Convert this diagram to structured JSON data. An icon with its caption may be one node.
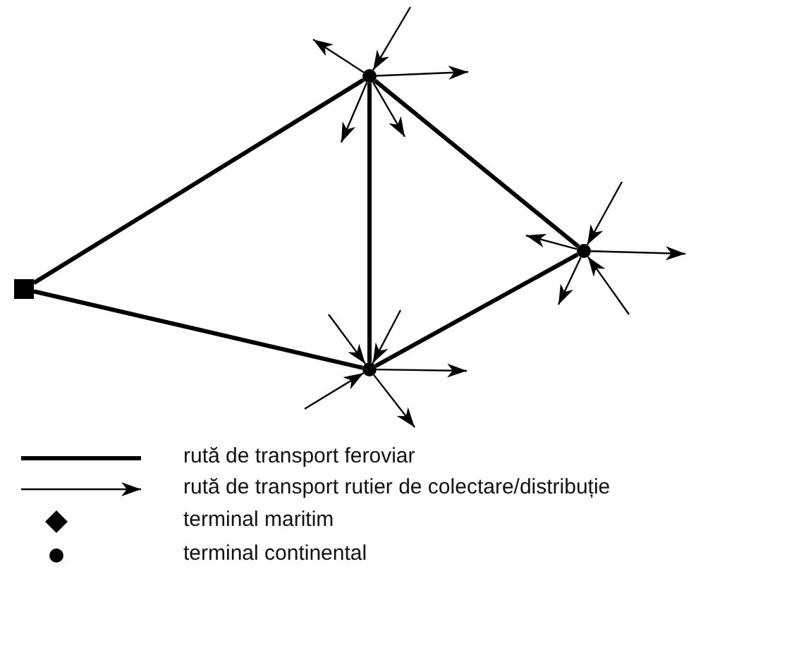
{
  "diagram": {
    "nodes": [
      {
        "text": [],
        "shape": "box"
      },
      {
        "text": [],
        "shape": "circle"
      },
      {
        "text": [],
        "shape": "circle"
      },
      {
        "text": [],
        "shape": "circle"
      }
    ],
    "edges": [
      {
        "from": 0,
        "to": 1,
        "arrow": "none",
        "style": "thick"
      },
      {
        "from": 0,
        "to": 3,
        "arrow": "none",
        "style": "thick"
      },
      {
        "from": 1,
        "to": 3,
        "arrow": "none",
        "style": "thick"
      },
      {
        "from": 1,
        "to": 2,
        "arrow": "none",
        "style": "thick"
      },
      {
        "from": 2,
        "to": 3,
        "arrow": "none",
        "style": "thick"
      },
      {
        "from": null,
        "to": 1,
        "arrow": "to"
      },
      {
        "from": 1,
        "to": null,
        "arrow": "to"
      },
      {
        "from": 1,
        "to": null,
        "arrow": "to"
      },
      {
        "from": 1,
        "to": null,
        "arrow": "to"
      },
      {
        "from": 1,
        "to": null,
        "arrow": "to"
      },
      {
        "from": null,
        "to": 2,
        "arrow": "to"
      },
      {
        "from": null,
        "to": 2,
        "arrow": "to"
      },
      {
        "from": 2,
        "to": null,
        "arrow": "to"
      },
      {
        "from": 2,
        "to": null,
        "arrow": "to"
      },
      {
        "from": 2,
        "to": null,
        "arrow": "to"
      },
      {
        "from": null,
        "to": 3,
        "arrow": "to"
      },
      {
        "from": null,
        "to": 3,
        "arrow": "to"
      },
      {
        "from": null,
        "to": 3,
        "arrow": "to"
      },
      {
        "from": 3,
        "to": null,
        "arrow": "to"
      },
      {
        "from": 3,
        "to": null,
        "arrow": "to"
      }
    ],
    "legend": [
      {
        "text": "rută de transport feroviar"
      },
      {
        "text": "rută de transport rutier de colectare/distribuție"
      },
      {
        "text": "terminal maritim"
      },
      {
        "text": "terminal continental"
      }
    ]
  }
}
